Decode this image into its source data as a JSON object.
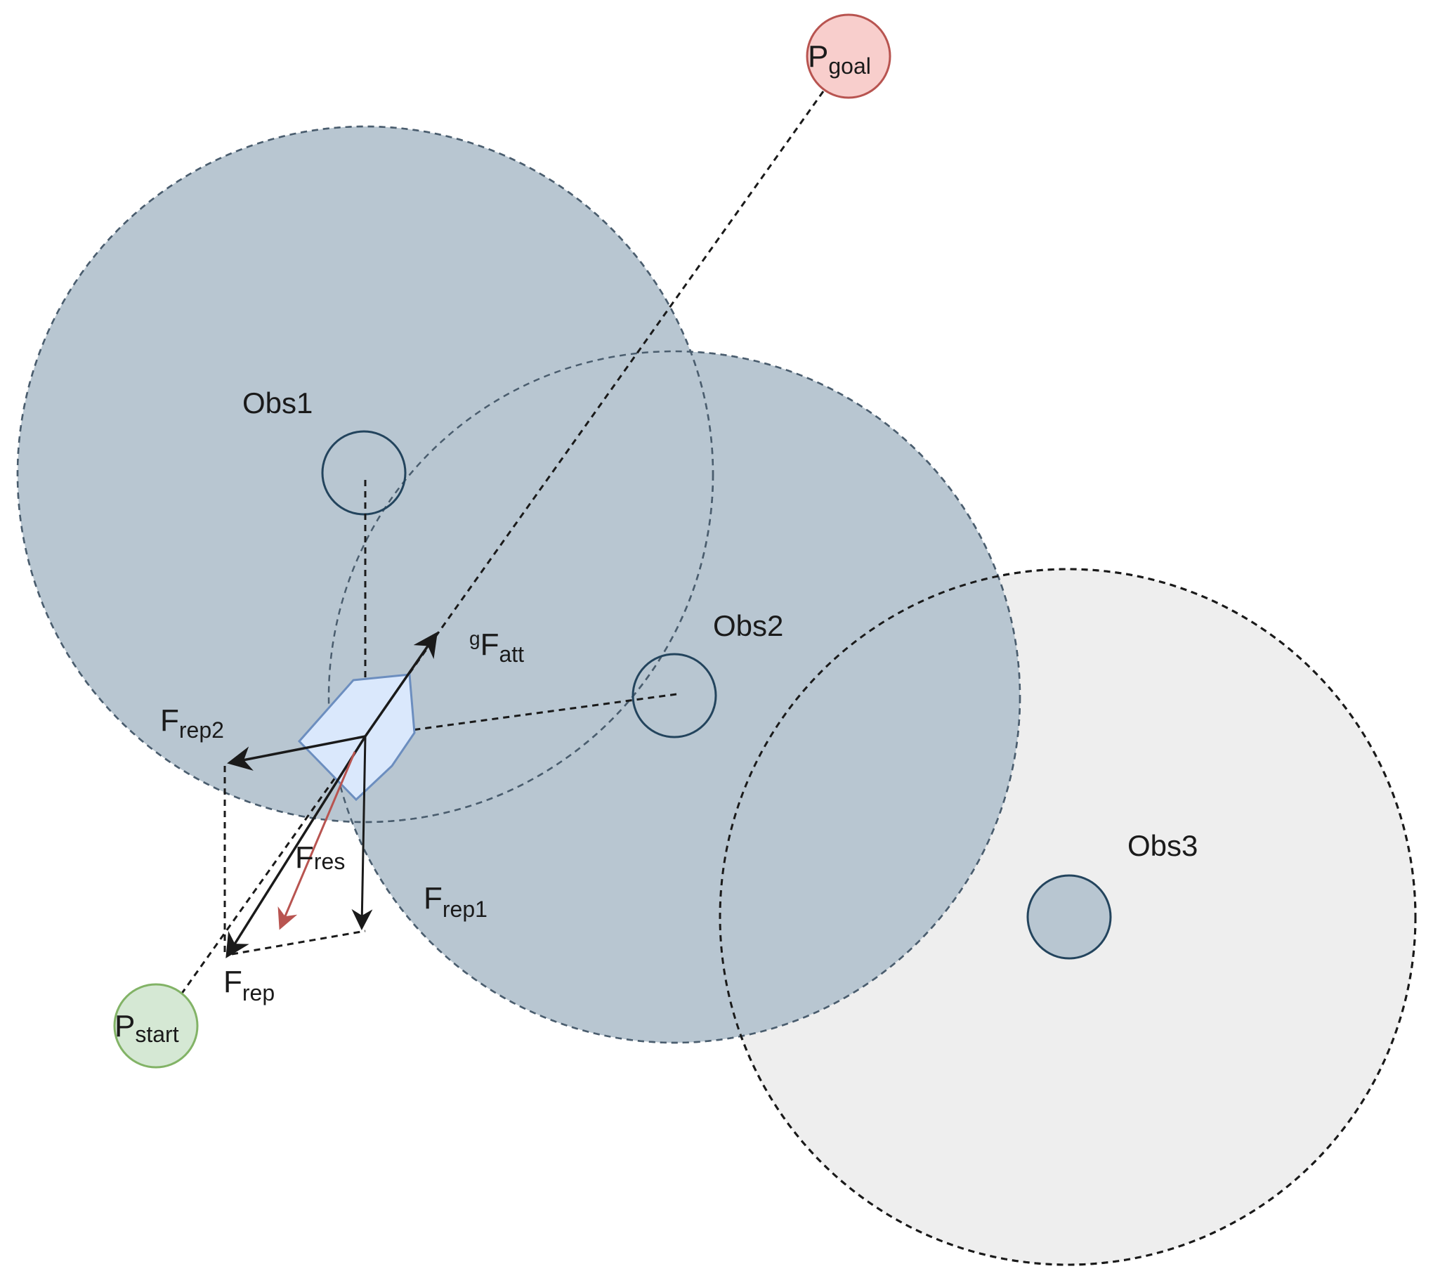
{
  "obstacles": [
    {
      "id": "obs1",
      "label": "Obs1",
      "influence_fill": "#b8c6d1"
    },
    {
      "id": "obs2",
      "label": "Obs2",
      "influence_fill": "#b8c6d1"
    },
    {
      "id": "obs3",
      "label": "Obs3",
      "influence_fill": "#eeeeee"
    }
  ],
  "points": {
    "goal": {
      "main": "P",
      "sub": "goal",
      "fill": "#f8cecc",
      "stroke": "#b85450"
    },
    "start": {
      "main": "P",
      "sub": "start",
      "fill": "#d5e8d4",
      "stroke": "#82b366"
    }
  },
  "forces": {
    "att": {
      "sup": "g",
      "main": "F",
      "sub": "att"
    },
    "rep1": {
      "main": "F",
      "sub": "rep1"
    },
    "rep2": {
      "main": "F",
      "sub": "rep2"
    },
    "rep": {
      "main": "F",
      "sub": "rep"
    },
    "res": {
      "main": "F",
      "sub": "res",
      "color": "#b85450"
    }
  },
  "robot": {
    "fill": "#dae8fc",
    "stroke": "#6c8ebf"
  },
  "colors": {
    "obstacle_core": "#23445d",
    "line": "#1a1a1a"
  }
}
